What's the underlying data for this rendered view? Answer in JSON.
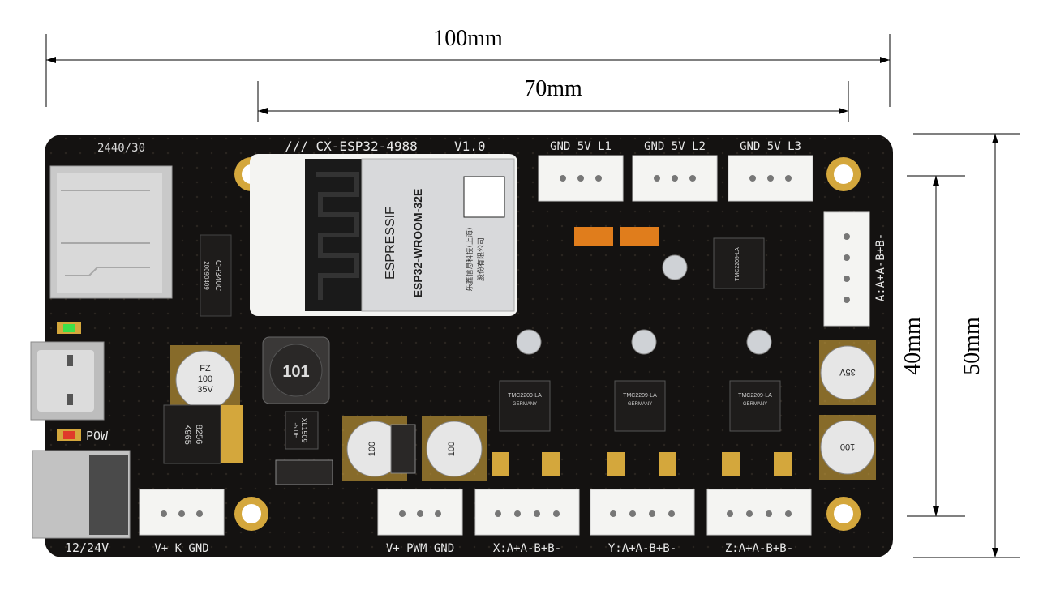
{
  "dimensions": {
    "width_total": "100mm",
    "width_holes": "70mm",
    "height_holes": "40mm",
    "height_total": "50mm"
  },
  "board": {
    "title": "/// CX-ESP32-4988",
    "version": "V1.0",
    "date_code": "2440/30",
    "power_label": "12/24V",
    "pow_led": "POW"
  },
  "module": {
    "brand": "ESPRESSIF",
    "model": "ESP32-WROOM-32E",
    "maker_line1": "乐鑫信息科技(上海)",
    "maker_line2": "股份有限公司"
  },
  "inductor": {
    "marking": "101"
  },
  "capacitors": {
    "line1": "FZ",
    "line2": "100",
    "line3": "35V"
  },
  "chips": {
    "sd_ic_top": "CH340C",
    "sd_ic_bottom": "20090409",
    "reg_line1": "XL1509",
    "reg_line2": "-5.0E",
    "mosfet_line1": "8256",
    "mosfet_line2": "K965",
    "driver_line1": "TMC2209-LA",
    "driver_line2": "GERMANY"
  },
  "connectors": {
    "limit1": "GND  5V  L1",
    "limit2": "GND  5V  L2",
    "limit3": "GND  5V  L3",
    "motor_a": "A:A+A-B+B-",
    "motor_x": "X:A+A-B+B-",
    "motor_y": "Y:A+A-B+B-",
    "motor_z": "Z:A+A-B+B-",
    "fan": "V+  K  GND",
    "pwm": "V+  PWM  GND"
  },
  "colors": {
    "pcb": "#141211",
    "gold": "#d4a73c",
    "silk": "#e6e6e6",
    "connector": "#f4f4f2",
    "orange": "#e07d1c",
    "module_shield": "#d8d9db"
  }
}
